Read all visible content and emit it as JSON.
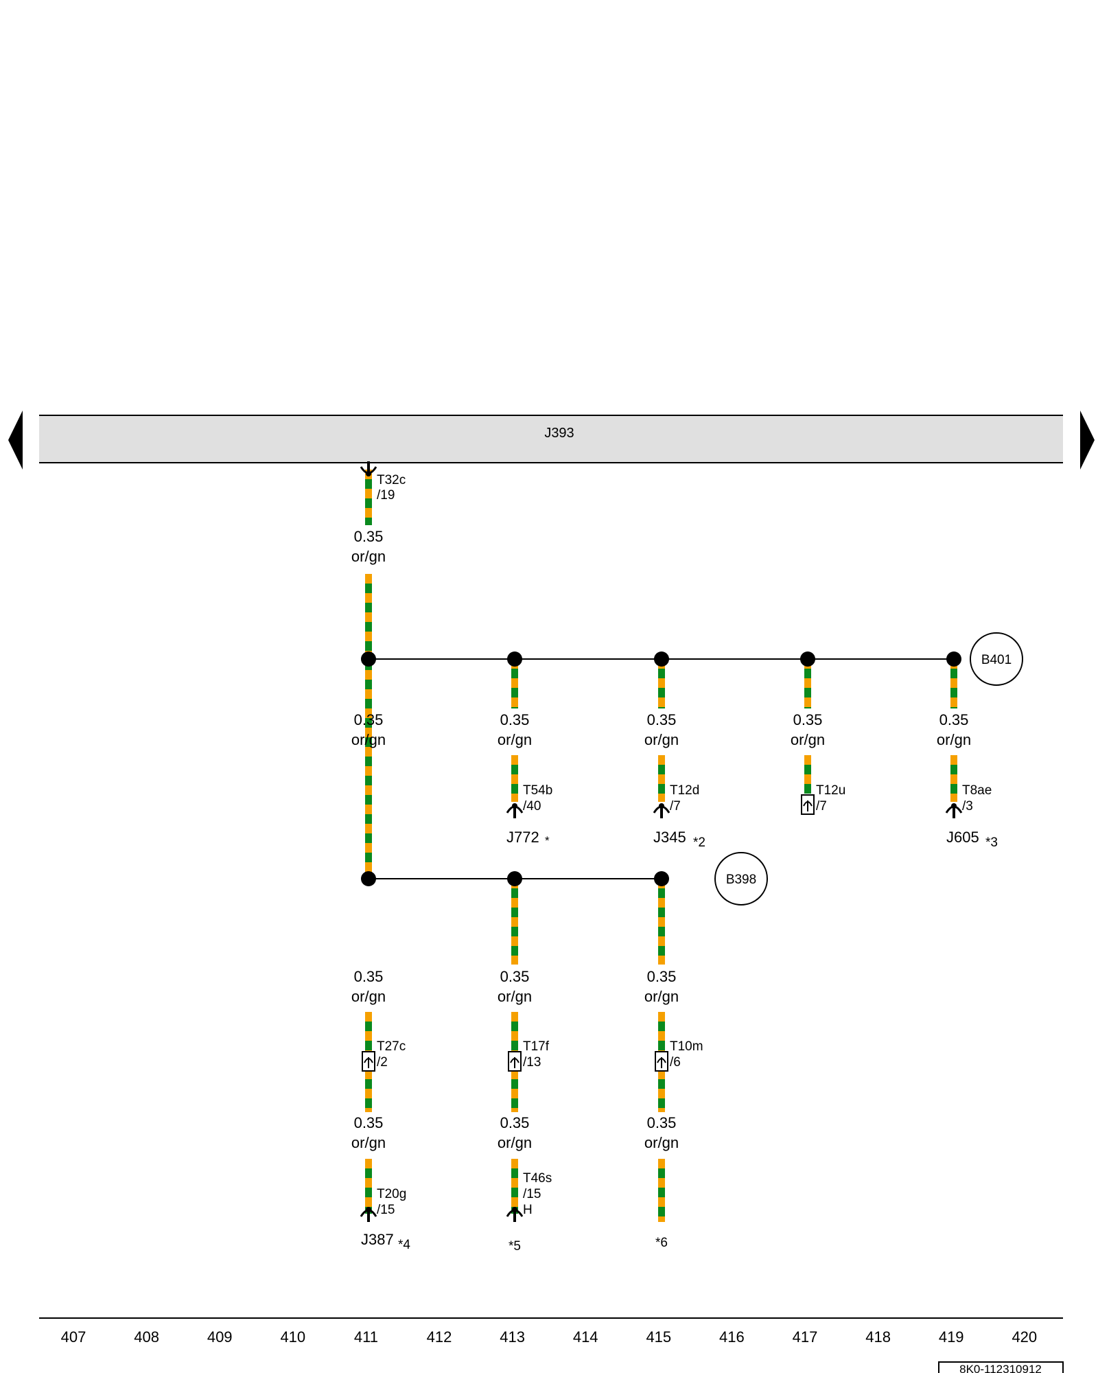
{
  "header": {
    "component": "J393"
  },
  "colors": {
    "wire_primary": "#F5A000",
    "wire_secondary": "#0A8A1E",
    "bar_fill": "#E0E0E0",
    "ink": "#000000"
  },
  "wire": {
    "size": "0.35",
    "color": "or/gn"
  },
  "splices": {
    "upper": "B401",
    "lower": "B398"
  },
  "connectors": {
    "t32c": {
      "name": "T32c",
      "pin": "/19"
    },
    "t54b": {
      "name": "T54b",
      "pin": "/40"
    },
    "t12d": {
      "name": "T12d",
      "pin": "/7"
    },
    "t12u": {
      "name": "T12u",
      "pin": "/7"
    },
    "t8ae": {
      "name": "T8ae",
      "pin": "/3"
    },
    "t27c": {
      "name": "T27c",
      "pin": "/2"
    },
    "t17f": {
      "name": "T17f",
      "pin": "/13"
    },
    "t10m": {
      "name": "T10m",
      "pin": "/6"
    },
    "t20g": {
      "name": "T20g",
      "pin": "/15"
    },
    "t46s": {
      "name": "T46s",
      "pin": "/15",
      "pin2": "H"
    }
  },
  "components": {
    "j772": {
      "label": "J772",
      "note": "*"
    },
    "j345": {
      "label": "J345",
      "note": "*2"
    },
    "j605": {
      "label": "J605",
      "note": "*3"
    },
    "j387": {
      "label": "J387",
      "note": "*4"
    }
  },
  "notes": {
    "n5": "*5",
    "n6": "*6"
  },
  "footer": {
    "tracks": [
      "407",
      "408",
      "409",
      "410",
      "411",
      "412",
      "413",
      "414",
      "415",
      "416",
      "417",
      "418",
      "419",
      "420"
    ],
    "doc_id": "8K0-112310912"
  }
}
